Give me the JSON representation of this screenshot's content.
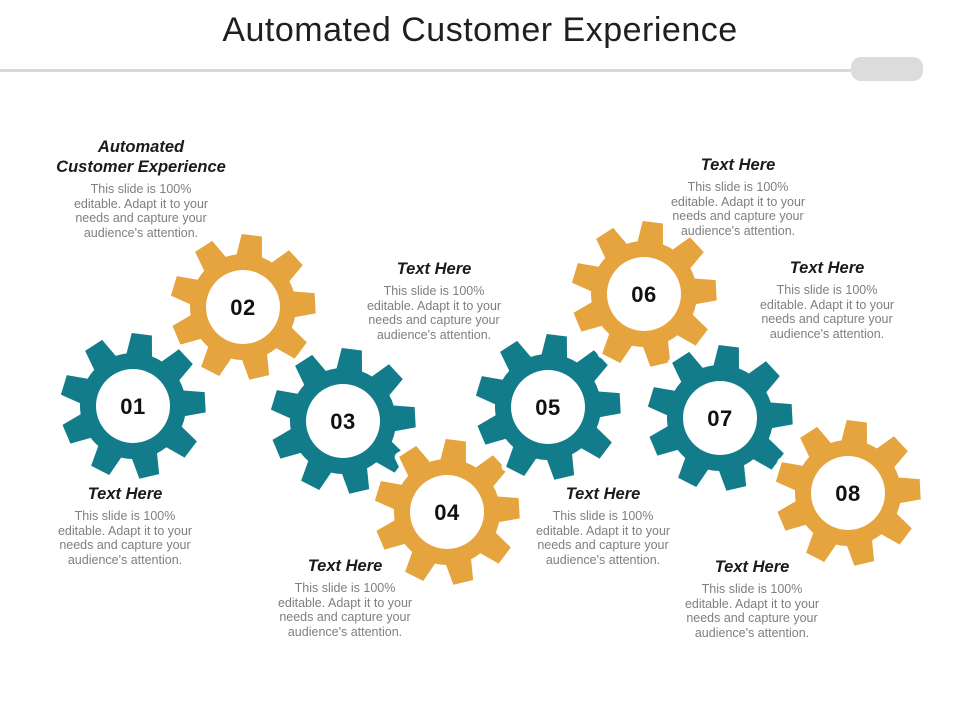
{
  "slide": {
    "title": "Automated Customer Experience",
    "accent_colors": {
      "teal": "#137c8b",
      "orange": "#e6a43e",
      "heading_text": "#1b1b1b",
      "body_text": "#7f7f7f",
      "divider": "#d9d9d9",
      "accent_bar": "#dcdcdc",
      "number_text": "#111111"
    }
  },
  "items": [
    {
      "number": "01",
      "color": "teal",
      "label": "Text Here",
      "description": "This slide is 100%\neditable. Adapt it to your\nneeds and capture your\naudience's attention."
    },
    {
      "number": "02",
      "color": "orange",
      "label": "Automated\nCustomer Experience",
      "description": "This slide is 100%\neditable. Adapt it to your\nneeds and capture your\naudience's attention."
    },
    {
      "number": "03",
      "color": "teal",
      "label": "Text Here",
      "description": "This slide is 100%\neditable. Adapt it to your\nneeds and capture your\naudience's attention."
    },
    {
      "number": "04",
      "color": "orange",
      "label": "Text Here",
      "description": "This slide is 100%\neditable. Adapt it to your\nneeds and capture your\naudience's attention."
    },
    {
      "number": "05",
      "color": "teal",
      "label": "Text Here",
      "description": "This slide is 100%\neditable. Adapt it to your\nneeds and capture your\naudience's attention."
    },
    {
      "number": "06",
      "color": "orange",
      "label": "Text Here",
      "description": "This slide is 100%\neditable. Adapt it to your\nneeds and capture your\naudience's attention."
    },
    {
      "number": "07",
      "color": "teal",
      "label": "Text Here",
      "description": "This slide is 100%\neditable. Adapt it to your\nneeds and capture your\naudience's attention."
    },
    {
      "number": "08",
      "color": "orange",
      "label": "Text Here",
      "description": "This slide is 100%\neditable. Adapt it to your\nneeds and capture your\naudience's attention."
    }
  ]
}
